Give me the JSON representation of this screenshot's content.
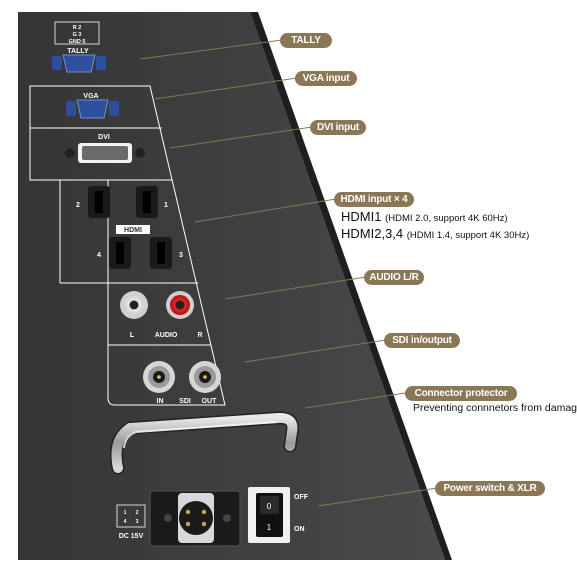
{
  "panel": {
    "tally_pins": [
      "R 2",
      "G 3",
      "GND 5"
    ],
    "tally_label": "TALLY",
    "vga_label": "VGA",
    "dvi_label": "DVI",
    "hdmi_label": "HDMI",
    "hdmi_ports": [
      "2",
      "1",
      "4",
      "3"
    ],
    "audio_labels": [
      "L",
      "AUDIO",
      "R"
    ],
    "sdi_labels": [
      "IN",
      "SDI",
      "OUT"
    ],
    "power_marks": [
      "0",
      "1"
    ],
    "xlr_pins": [
      "1",
      "2",
      "3",
      "4"
    ],
    "dc_label": "DC 15V",
    "off_label": "OFF",
    "on_label": "ON"
  },
  "callouts": {
    "tally": "TALLY",
    "vga": "VGA input",
    "dvi": "DVI input",
    "hdmi": "HDMI input × 4",
    "hdmi_line1_main": "HDMI1",
    "hdmi_line1_detail": "(HDMI 2.0, support 4K 60Hz)",
    "hdmi_line2_main": "HDMI2,3,4",
    "hdmi_line2_detail": "(HDMI 1.4, support 4K 30Hz)",
    "audio": "AUDIO L/R",
    "sdi": "SDI in/output",
    "protector": "Connector protector",
    "protector_note": "Preventing connnetors from damage",
    "power": "Power switch & XLR"
  },
  "colors": {
    "panel": "#3e3e3e",
    "callout_fill": "#8a7756",
    "connector_blue": "#2d4f9e"
  }
}
